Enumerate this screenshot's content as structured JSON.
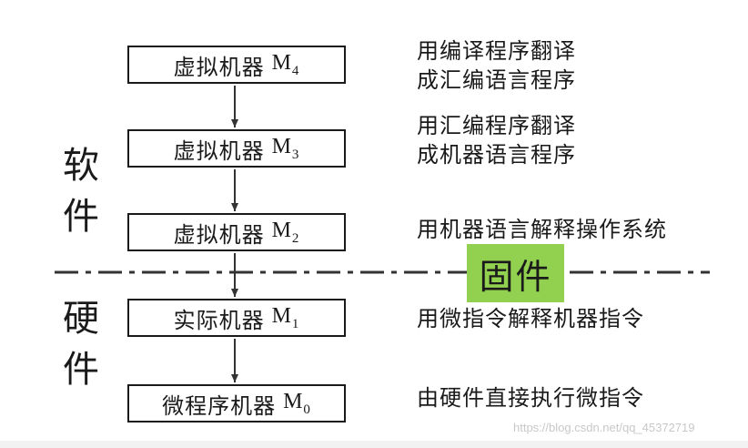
{
  "side_labels": {
    "software": [
      "软",
      "件"
    ],
    "hardware": [
      "硬",
      "件"
    ]
  },
  "firmware_label": "固件",
  "levels": [
    {
      "name": "虚拟机器",
      "symbol": "M",
      "subscript": "4",
      "description": [
        "用编译程序翻译",
        "成汇编语言程序"
      ]
    },
    {
      "name": "虚拟机器",
      "symbol": "M",
      "subscript": "3",
      "description": [
        "用汇编程序翻译",
        "成机器语言程序"
      ]
    },
    {
      "name": "虚拟机器",
      "symbol": "M",
      "subscript": "2",
      "description": [
        "用机器语言解释操作系统"
      ]
    },
    {
      "name": "实际机器",
      "symbol": "M",
      "subscript": "1",
      "description": [
        "用微指令解释机器指令"
      ]
    },
    {
      "name": "微程序机器",
      "symbol": "M",
      "subscript": "0",
      "description": [
        "由硬件直接执行微指令"
      ]
    }
  ],
  "watermark": "https://blog.csdn.net/qq_45372719",
  "colors": {
    "firmware_bg": "#92d050",
    "stroke": "#1a1a1a"
  }
}
